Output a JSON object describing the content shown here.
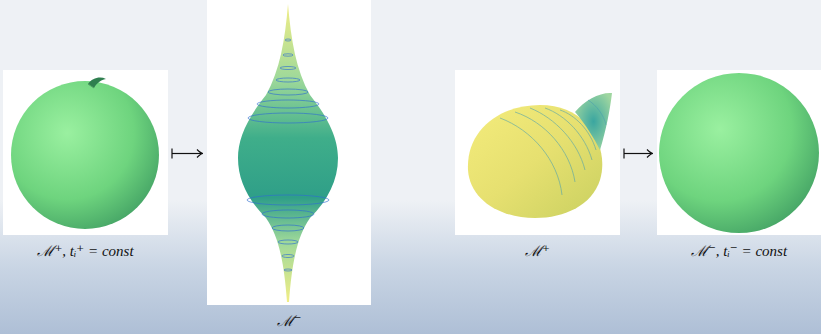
{
  "diagram": {
    "nodes": [
      {
        "text": [
          "ℳ⁺, tᵢ⁺ = const"
        ]
      },
      {
        "text": [
          "ℳ⁻"
        ]
      },
      {
        "text": [
          "ℳ⁺"
        ]
      },
      {
        "text": [
          "ℳ⁻, tᵢ⁻ = const"
        ]
      }
    ],
    "edges": [
      {
        "from": 0,
        "to": 1,
        "arrow": "to"
      },
      {
        "from": 2,
        "to": 3,
        "arrow": "to"
      }
    ]
  }
}
